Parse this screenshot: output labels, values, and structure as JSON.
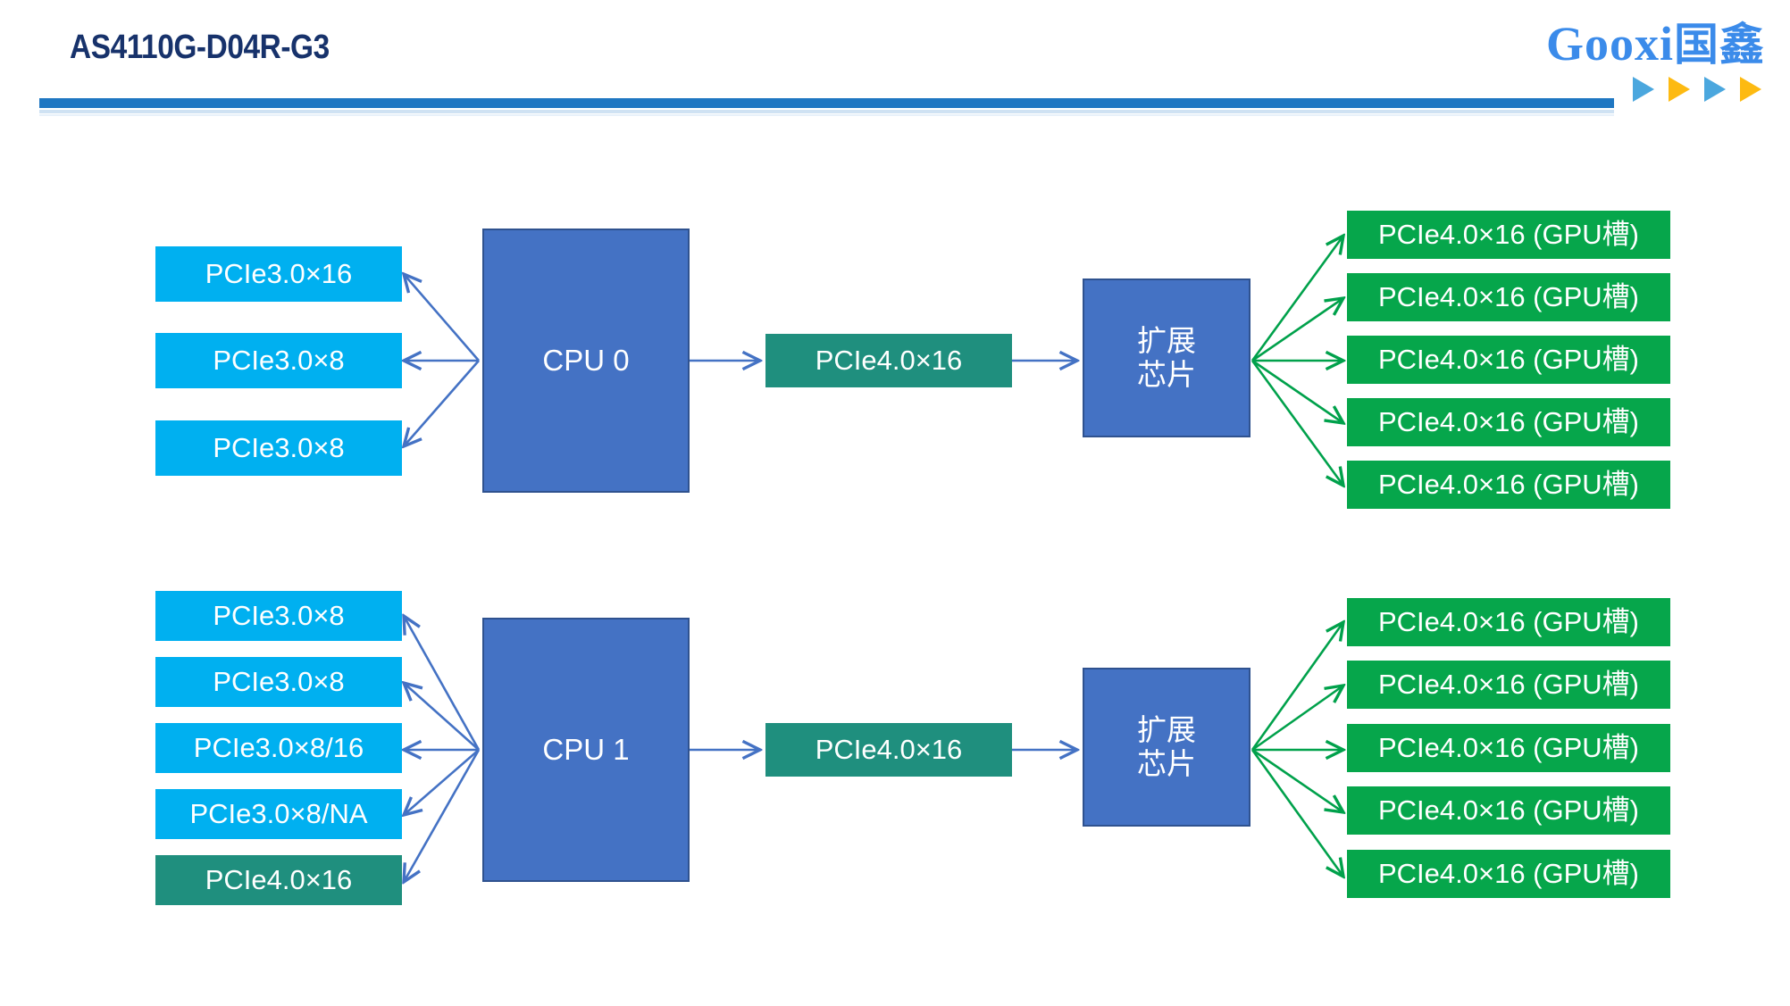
{
  "header": {
    "title": "AS4110G-D04R-G3",
    "brand_word": "Gooxi",
    "brand_cn": "国鑫",
    "accent_blue": "#1F77C2",
    "title_color": "#17326B",
    "brand_color": "#3B8BEA",
    "arrow_blue": "#4BA7DE",
    "arrow_yellow": "#FDBA12"
  },
  "diagram": {
    "colors": {
      "cyan_box": "#00B0F0",
      "teal_box": "#1F8F7E",
      "green_box": "#06A64B",
      "cpu_box": "#4472C4",
      "cpu_border": "#2F528F",
      "blue_connector": "#4472C4",
      "green_connector": "#00A14B"
    },
    "groups": [
      {
        "cpu_label": "CPU 0",
        "left_slots": [
          "PCIe3.0×16",
          "PCIe3.0×8",
          "PCIe3.0×8"
        ],
        "uplink_label": "PCIe4.0×16",
        "chip_line1": "扩展",
        "chip_line2": "芯片",
        "gpu_slots": [
          "PCIe4.0×16 (GPU槽)",
          "PCIe4.0×16 (GPU槽)",
          "PCIe4.0×16 (GPU槽)",
          "PCIe4.0×16 (GPU槽)",
          "PCIe4.0×16 (GPU槽)"
        ]
      },
      {
        "cpu_label": "CPU 1",
        "left_slots": [
          "PCIe3.0×8",
          "PCIe3.0×8",
          "PCIe3.0×8/16",
          "PCIe3.0×8/NA",
          "PCIe4.0×16"
        ],
        "uplink_label": "PCIe4.0×16",
        "chip_line1": "扩展",
        "chip_line2": "芯片",
        "gpu_slots": [
          "PCIe4.0×16 (GPU槽)",
          "PCIe4.0×16 (GPU槽)",
          "PCIe4.0×16 (GPU槽)",
          "PCIe4.0×16 (GPU槽)",
          "PCIe4.0×16 (GPU槽)"
        ]
      }
    ]
  }
}
